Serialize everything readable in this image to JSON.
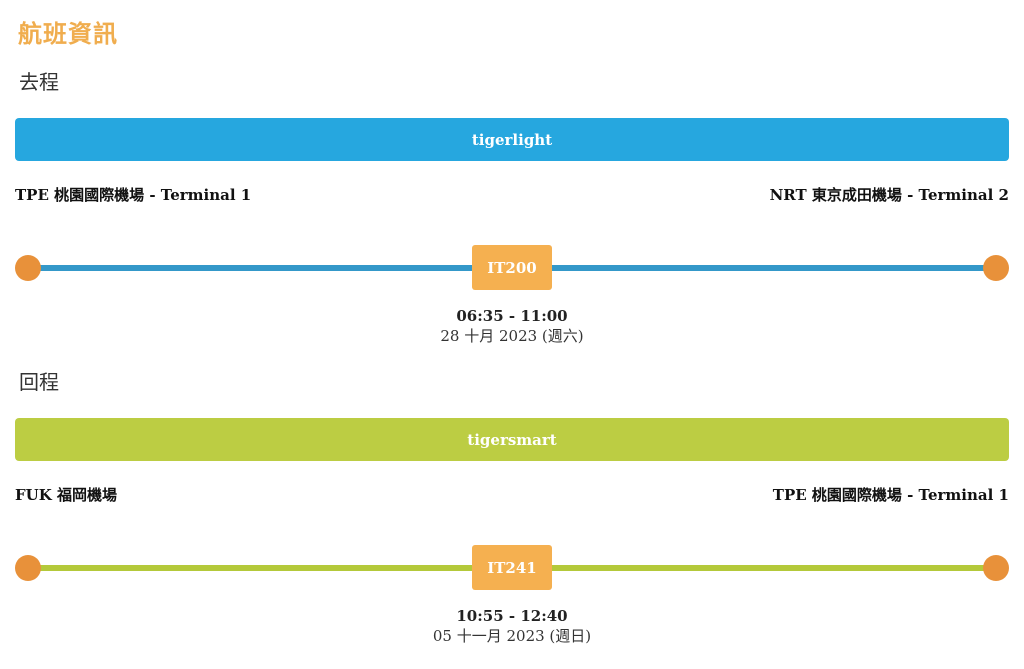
{
  "page": {
    "title": "航班資訊"
  },
  "colors": {
    "title": "#f0ad4e",
    "outbound_bar": "#26a7df",
    "outbound_line": "#3498c9",
    "return_bar": "#bccd43",
    "return_line": "#b4c93a",
    "endpoint_dot": "#e8913a",
    "flight_badge": "#f5b050"
  },
  "outbound": {
    "heading": "去程",
    "airline": "tigerlight",
    "from_airport": "TPE 桃園國際機場 - Terminal 1",
    "to_airport": "NRT 東京成田機場 - Terminal 2",
    "flight_number": "IT200",
    "times": "06:35 - 11:00",
    "date": "28 十月 2023 (週六)"
  },
  "return": {
    "heading": "回程",
    "airline": "tigersmart",
    "from_airport": "FUK 福岡機場",
    "to_airport": "TPE 桃園國際機場 - Terminal 1",
    "flight_number": "IT241",
    "times": "10:55 - 12:40",
    "date": "05 十一月 2023 (週日)"
  }
}
